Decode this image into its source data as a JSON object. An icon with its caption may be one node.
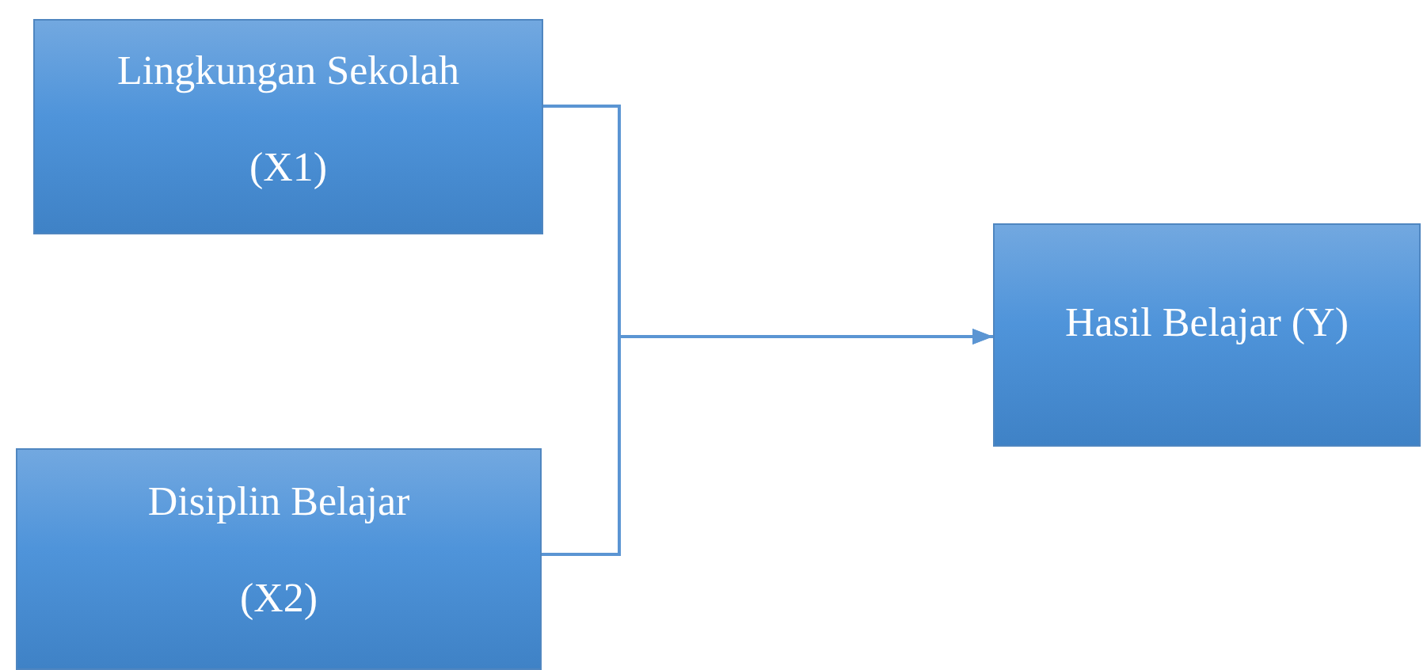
{
  "diagram": {
    "nodes": [
      {
        "text": [
          "Lingkungan Sekolah",
          "(X1)"
        ]
      },
      {
        "text": [
          "Disiplin Belajar",
          "(X2)"
        ]
      },
      {
        "text": [
          "Hasil Belajar (Y)"
        ]
      }
    ],
    "edges": [
      {
        "from": 0,
        "to": 2,
        "arrow": "to"
      },
      {
        "from": 1,
        "to": 2,
        "arrow": "to"
      }
    ]
  }
}
